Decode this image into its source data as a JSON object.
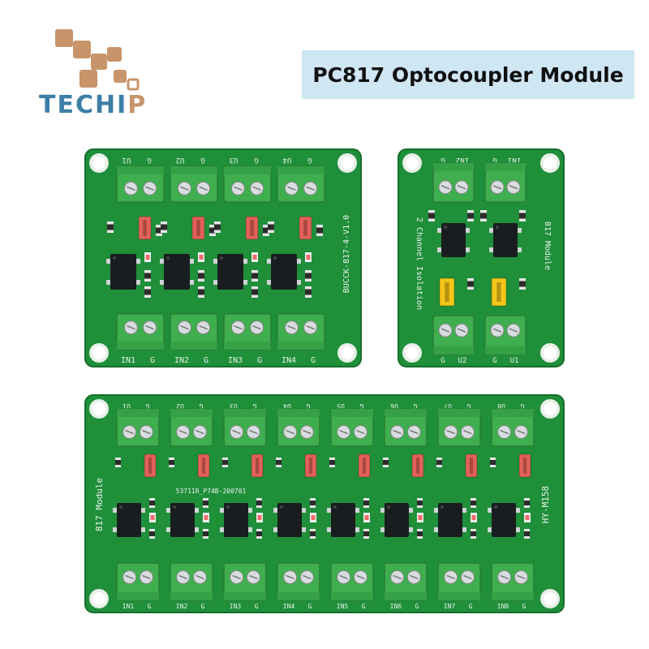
{
  "brand": {
    "name_main": "TECHI",
    "name_tail": "P",
    "colors": {
      "blue": "#3d7ea6",
      "tan": "#c8956b"
    }
  },
  "title": "PC817 Optocoupler Module",
  "colors": {
    "pcb": "#1f8f3a",
    "terminal": "#3fae4e",
    "jumper_red": "#e2615a",
    "jumper_yellow": "#f2c518"
  },
  "board4": {
    "top_labels": [
      "U1",
      "G",
      "U2",
      "G",
      "U3",
      "G",
      "U4",
      "G"
    ],
    "bottom_labels": [
      "IN1",
      "G",
      "IN2",
      "G",
      "IN3",
      "G",
      "IN4",
      "G"
    ],
    "side_label": "BUCCK-817-4-V1.0",
    "channels": 4
  },
  "board2": {
    "top_labels": [
      "G",
      "IN2",
      "G",
      "IN1"
    ],
    "bottom_labels": [
      "G",
      "U2",
      "G",
      "U1"
    ],
    "side_left": "2 Channel Isolation",
    "side_right": "817 Module",
    "channels": 2
  },
  "board8": {
    "top_labels": [
      "U1",
      "G",
      "U2",
      "G",
      "U3",
      "G",
      "U4",
      "G",
      "U5",
      "G",
      "U6",
      "G",
      "U7",
      "G",
      "U8",
      "G"
    ],
    "bottom_labels": [
      "IN1",
      "G",
      "IN2",
      "G",
      "IN3",
      "G",
      "IN4",
      "G",
      "IN5",
      "G",
      "IN6",
      "G",
      "IN7",
      "G",
      "IN8",
      "G"
    ],
    "code_label": "53711R_P74B-200701",
    "side_left": "817 Module",
    "side_right": "HY-M158",
    "channels": 8
  }
}
